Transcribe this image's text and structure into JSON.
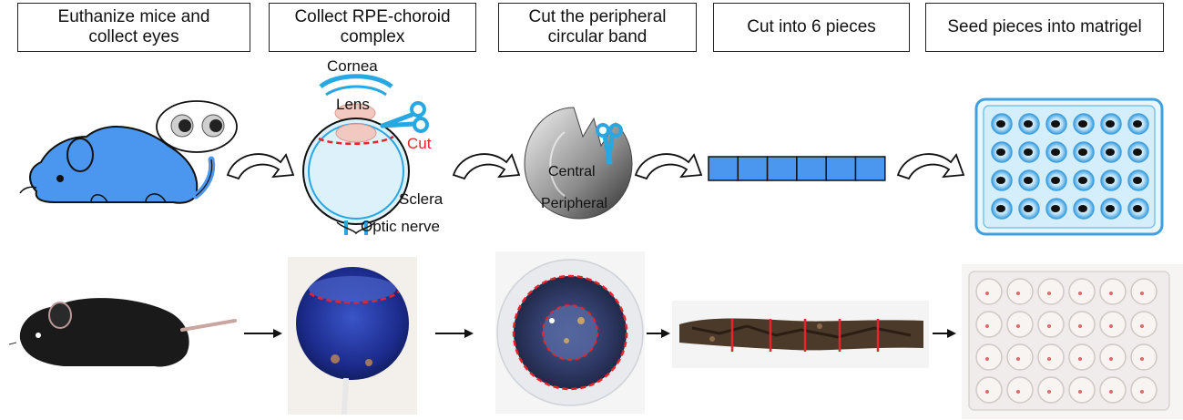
{
  "steps": [
    {
      "label": "Euthanize mice and\ncollect eyes"
    },
    {
      "label": "Collect RPE-choroid\ncomplex"
    },
    {
      "label": "Cut the peripheral\ncircular band"
    },
    {
      "label": "Cut into 6 pieces"
    },
    {
      "label": "Seed pieces into matrigel"
    }
  ],
  "eye_labels": {
    "cornea": "Cornea",
    "lens": "Lens",
    "cut": "Cut",
    "sclera": "Sclera",
    "optic_nerve": "Optic nerve"
  },
  "band_labels": {
    "central": "Central",
    "peripheral": "Peripheral"
  },
  "colors": {
    "accent_blue": "#4b97f0",
    "tool_blue": "#29a7e0",
    "cut_red": "#e8232a",
    "well_blue": "#3fa0e0"
  },
  "pieces_count_shown": 6
}
